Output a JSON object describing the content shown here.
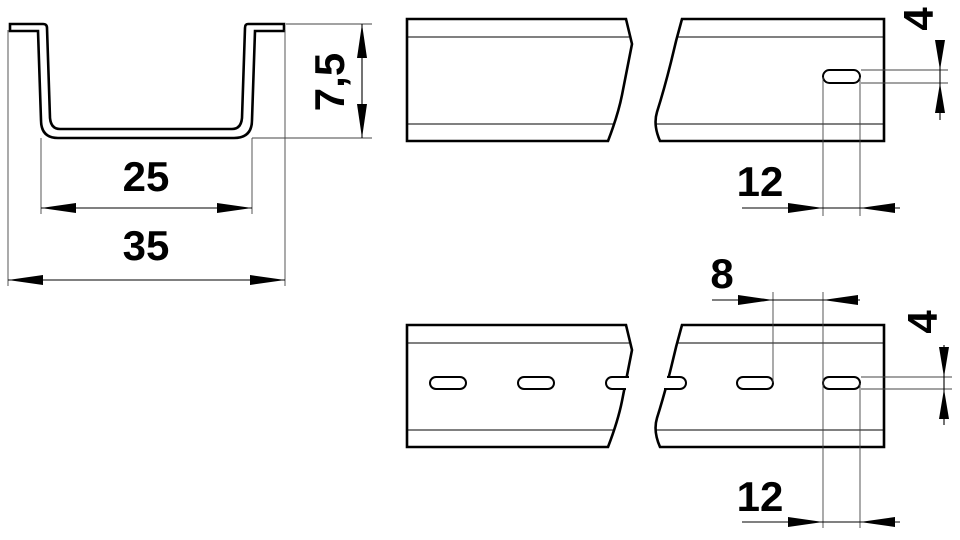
{
  "dimensions": {
    "profile_height": "7,5",
    "inner_width": "25",
    "outer_width": "35",
    "slot_width_top": "4",
    "slot_offset_top": "12",
    "slot_pitch_gap": "8",
    "slot_width_bottom": "4",
    "slot_offset_bottom": "12"
  },
  "colors": {
    "line": "#000000",
    "background": "#ffffff"
  }
}
